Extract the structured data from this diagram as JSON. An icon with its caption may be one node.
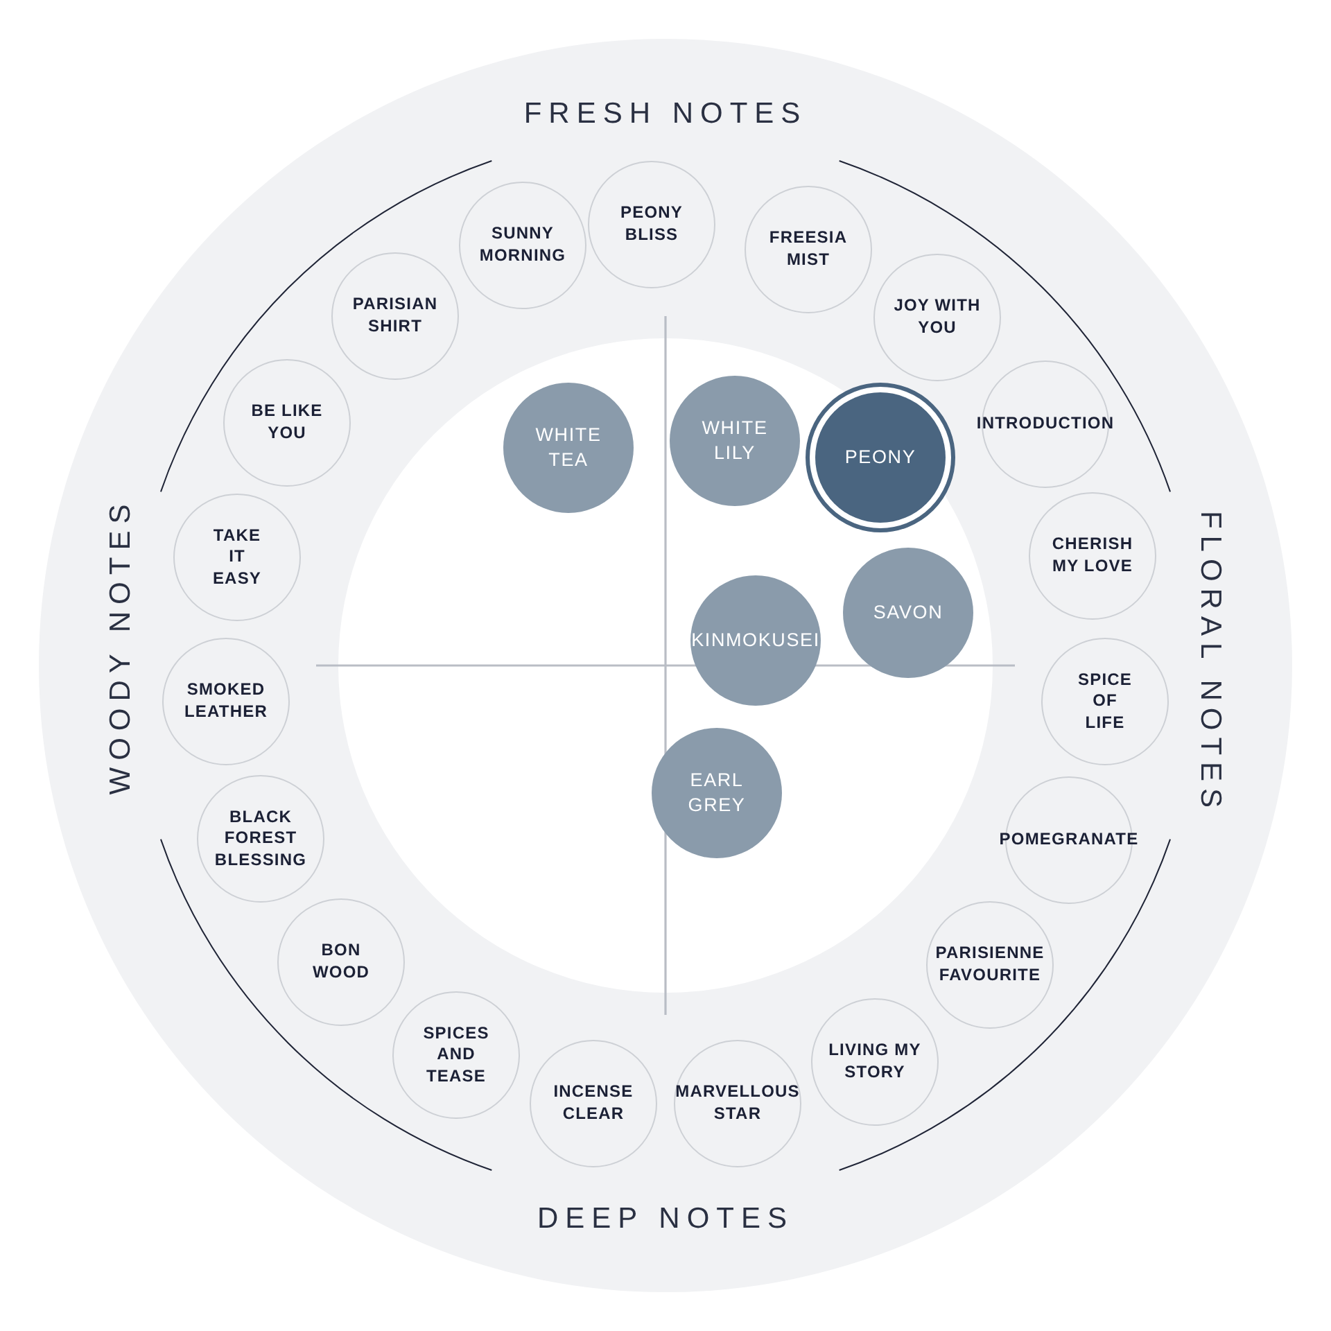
{
  "diagram": {
    "nodes": [
      {
        "text": [
          "FRESH NOTES",
          "FLORAL NOTES",
          "DEEP NOTES",
          "WOODY NOTES"
        ]
      },
      {
        "text": [
          "PEONY BLISS"
        ],
        "in": 0
      },
      {
        "text": [
          "FREESIA MIST"
        ],
        "in": 0
      },
      {
        "text": [
          "JOY WITH YOU"
        ],
        "in": 0
      },
      {
        "text": [
          "INTRODUCTION"
        ],
        "in": 0
      },
      {
        "text": [
          "CHERISH MY LOVE"
        ],
        "in": 0
      },
      {
        "text": [
          "SPICE OF LIFE"
        ],
        "in": 0
      },
      {
        "text": [
          "POMEGRANATE"
        ],
        "in": 0
      },
      {
        "text": [
          "PARISIENNE FAVOURITE"
        ],
        "in": 0
      },
      {
        "text": [
          "LIVING MY STORY"
        ],
        "in": 0
      },
      {
        "text": [
          "MARVELLOUS STAR"
        ],
        "in": 0
      },
      {
        "text": [
          "INCENSE CLEAR"
        ],
        "in": 0
      },
      {
        "text": [
          "SPICES AND TEASE"
        ],
        "in": 0
      },
      {
        "text": [
          "BON WOOD"
        ],
        "in": 0
      },
      {
        "text": [
          "BLACK FOREST BLESSING"
        ],
        "in": 0
      },
      {
        "text": [
          "SMOKED LEATHER"
        ],
        "in": 0
      },
      {
        "text": [
          "TAKE IT EASY"
        ],
        "in": 0
      },
      {
        "text": [
          "BE LIKE YOU"
        ],
        "in": 0
      },
      {
        "text": [
          "PARISIAN SHIRT"
        ],
        "in": 0
      },
      {
        "text": [
          "SUNNY MORNING"
        ],
        "in": 0
      },
      {
        "text": [
          "WHITE TEA"
        ],
        "in": 0
      },
      {
        "text": [
          "WHITE LILY"
        ],
        "in": 0
      },
      {
        "text": [
          "PEONY"
        ],
        "in": 0
      },
      {
        "text": [
          "SAVON"
        ],
        "in": 0
      },
      {
        "text": [
          "KINMOKUSEI"
        ],
        "in": 0
      },
      {
        "text": [
          "EARL GREY"
        ],
        "in": 0
      }
    ]
  }
}
